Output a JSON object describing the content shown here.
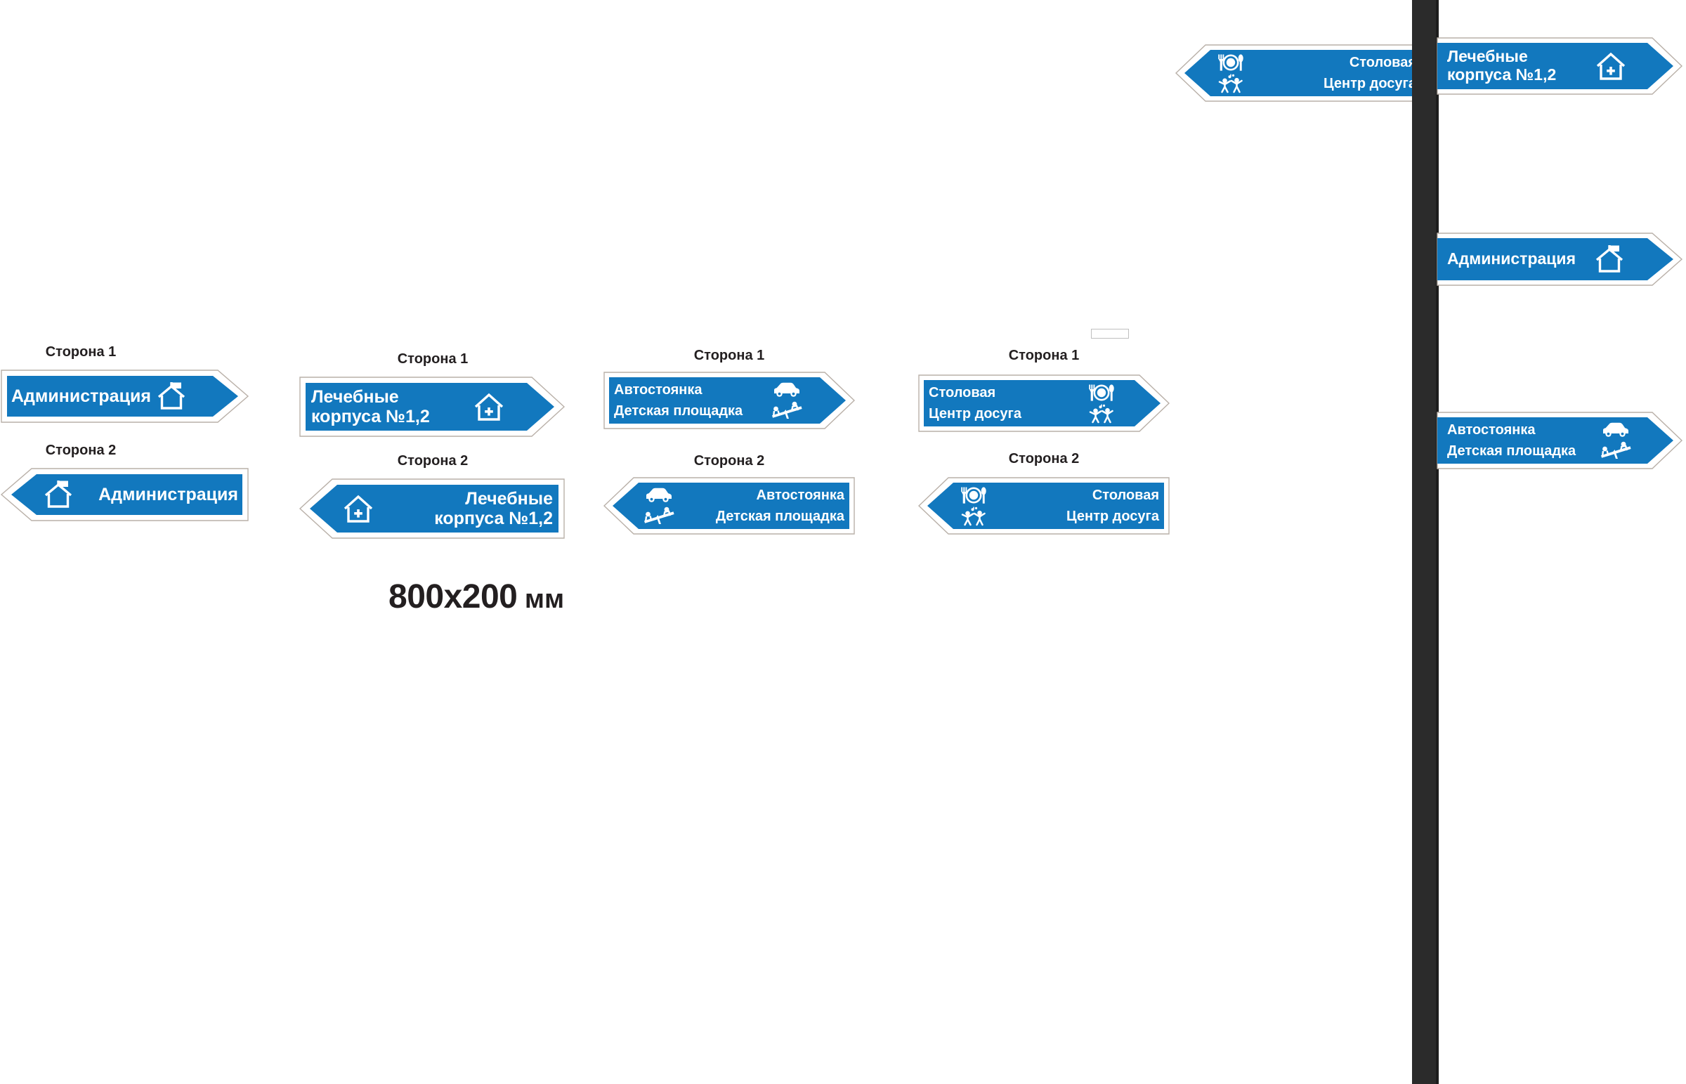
{
  "page": {
    "background_color": "#ffffff",
    "sign_blue": "#1278be",
    "sign_border_white": "#ffffff",
    "sign_outline_gray": "#b9b0a8",
    "text_color": "#ffffff",
    "caption_color": "#231f20",
    "pole_color": "#2b2b2b"
  },
  "dimension_label": {
    "size": "800x200",
    "units": " мм"
  },
  "side_captions": {
    "side1": "Сторона 1",
    "side2": "Сторона 2"
  },
  "sign_groups": [
    {
      "id": "group-administration",
      "side1": {
        "caption": "Сторона 1",
        "direction": "right",
        "lines": [
          "Администрация"
        ],
        "icons": [
          "house-flag-icon"
        ]
      },
      "side2": {
        "caption": "Сторона 2",
        "direction": "left",
        "lines": [
          "Администрация"
        ],
        "icons": [
          "house-flag-icon"
        ]
      }
    },
    {
      "id": "group-medical-buildings",
      "side1": {
        "caption": "Сторона 1",
        "direction": "right",
        "lines": [
          "Лечебные",
          "корпуса №1,2"
        ],
        "icons": [
          "house-cross-icon"
        ]
      },
      "side2": {
        "caption": "Сторона 2",
        "direction": "left",
        "lines": [
          "Лечебные",
          "корпуса №1,2"
        ],
        "icons": [
          "house-cross-icon"
        ]
      }
    },
    {
      "id": "group-parking-playground",
      "side1": {
        "caption": "Сторона 1",
        "direction": "right",
        "lines": [
          "Автостоянка",
          "Детская площадка"
        ],
        "icons": [
          "car-icon",
          "seesaw-icon"
        ]
      },
      "side2": {
        "caption": "Сторона 2",
        "direction": "left",
        "lines": [
          "Автостоянка",
          "Детская площадка"
        ],
        "icons": [
          "car-icon",
          "seesaw-icon"
        ]
      }
    },
    {
      "id": "group-canteen-leisure",
      "side1": {
        "caption": "Сторона 1",
        "direction": "right",
        "lines": [
          "Столовая",
          "Центр досуга"
        ],
        "icons": [
          "cutlery-icon",
          "dancers-icon"
        ]
      },
      "side2": {
        "caption": "Сторона 2",
        "direction": "left",
        "lines": [
          "Столовая",
          "Центр досуга"
        ],
        "icons": [
          "cutlery-icon",
          "dancers-icon"
        ]
      }
    }
  ],
  "pole_mockup": {
    "left_signs": [
      {
        "id": "pole-sign-canteen-left",
        "direction": "left",
        "lines": [
          "Столовая",
          "Центр досуга"
        ],
        "icons": [
          "cutlery-icon",
          "dancers-icon"
        ]
      }
    ],
    "right_signs": [
      {
        "id": "pole-sign-medical-right",
        "direction": "right",
        "lines": [
          "Лечебные",
          "корпуса №1,2"
        ],
        "icons": [
          "house-cross-icon"
        ]
      },
      {
        "id": "pole-sign-administration-right",
        "direction": "right",
        "lines": [
          "Администрация"
        ],
        "icons": [
          "house-flag-icon"
        ]
      },
      {
        "id": "pole-sign-parking-right",
        "direction": "right",
        "lines": [
          "Автостоянка",
          "Детская площадка"
        ],
        "icons": [
          "car-icon",
          "seesaw-icon"
        ]
      }
    ]
  }
}
